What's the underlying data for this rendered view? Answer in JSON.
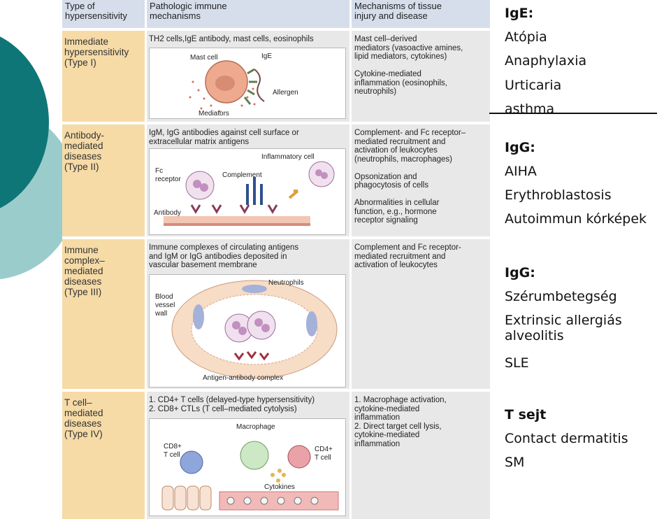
{
  "table": {
    "headers": [
      "Type of\nhypersensitivity",
      "Pathologic immune\nmechanisms",
      "Mechanisms of tissue\ninjury and disease"
    ],
    "rows": [
      {
        "type": "Immediate\nhypersensitivity\n(Type I)",
        "mechanism": "TH2 cells,IgE antibody, mast cells, eosinophils",
        "injury": "Mast cell–derived\nmediators (vasoactive amines,\nlipid mediators, cytokines)\n\nCytokine-mediated\ninflammation (eosinophils,\nneutrophils)",
        "illus_labels": {
          "mast_cell": "Mast cell",
          "ige": "IgE",
          "allergen": "Allergen",
          "mediators": "Mediators"
        }
      },
      {
        "type": "Antibody-\nmediated\ndiseases\n(Type II)",
        "mechanism": "IgM, IgG antibodies against cell surface or\nextracellular matrix antigens",
        "injury": "Complement- and Fc receptor–\nmediated recruitment and\nactivation of leukocytes\n(neutrophils, macrophages)\n\nOpsonization and\nphagocytosis of cells\n\nAbnormalities in cellular\nfunction, e.g., hormone\nreceptor signaling",
        "illus_labels": {
          "inflammatory": "Inflammatory cell",
          "fc": "Fc",
          "receptor": "receptor",
          "complement": "Complement",
          "antibody": "Antibody"
        }
      },
      {
        "type": "Immune\ncomplex–\nmediated\ndiseases\n(Type III)",
        "mechanism": "Immune complexes of circulating antigens\nand IgM or IgG antibodies deposited in\nvascular basement membrane",
        "injury": "Complement and Fc receptor-\nmediated recruitment and\nactivation of leukocytes",
        "illus_labels": {
          "neutrophils": "Neutrophils",
          "blood": "Blood",
          "vessel": "vessel",
          "wall": "wall",
          "complex": "Antigen-antibody complex"
        }
      },
      {
        "type": "T cell–\nmediated\ndiseases\n(Type IV)",
        "mechanism": "1. CD4+ T cells (delayed-type hypersensitivity)\n2. CD8+ CTLs (T cell–mediated cytolysis)",
        "injury": "1. Macrophage activation,\n    cytokine-mediated\n    inflammation\n2. Direct target cell lysis,\n    cytokine-mediated\n    inflammation",
        "illus_labels": {
          "macrophage": "Macrophage",
          "cd8": "CD8+",
          "tcell_left": "T cell",
          "cd4": "CD4+",
          "tcell_right": "T cell",
          "cytokines": "Cytokines"
        }
      }
    ]
  },
  "side": {
    "groups": [
      {
        "heading": "IgE:",
        "items": [
          "Atópia",
          "Anaphylaxia",
          "Urticaria",
          "asthma"
        ]
      },
      {
        "heading": "IgG:",
        "items": [
          "AIHA",
          "Erythroblastosis",
          "Autoimmun kórképek"
        ]
      },
      {
        "heading": "IgG:",
        "items": [
          "Szérumbetegség",
          "Extrinsic allergiás\nalveolitis",
          "SLE"
        ]
      },
      {
        "heading": "T sejt",
        "items": [
          "Contact dermatitis",
          "SM"
        ]
      }
    ]
  },
  "colors": {
    "accent_dark": "#0f7677",
    "accent_light": "#9bcccc",
    "type_column": "#f6dba7",
    "header": "#d5deea"
  }
}
